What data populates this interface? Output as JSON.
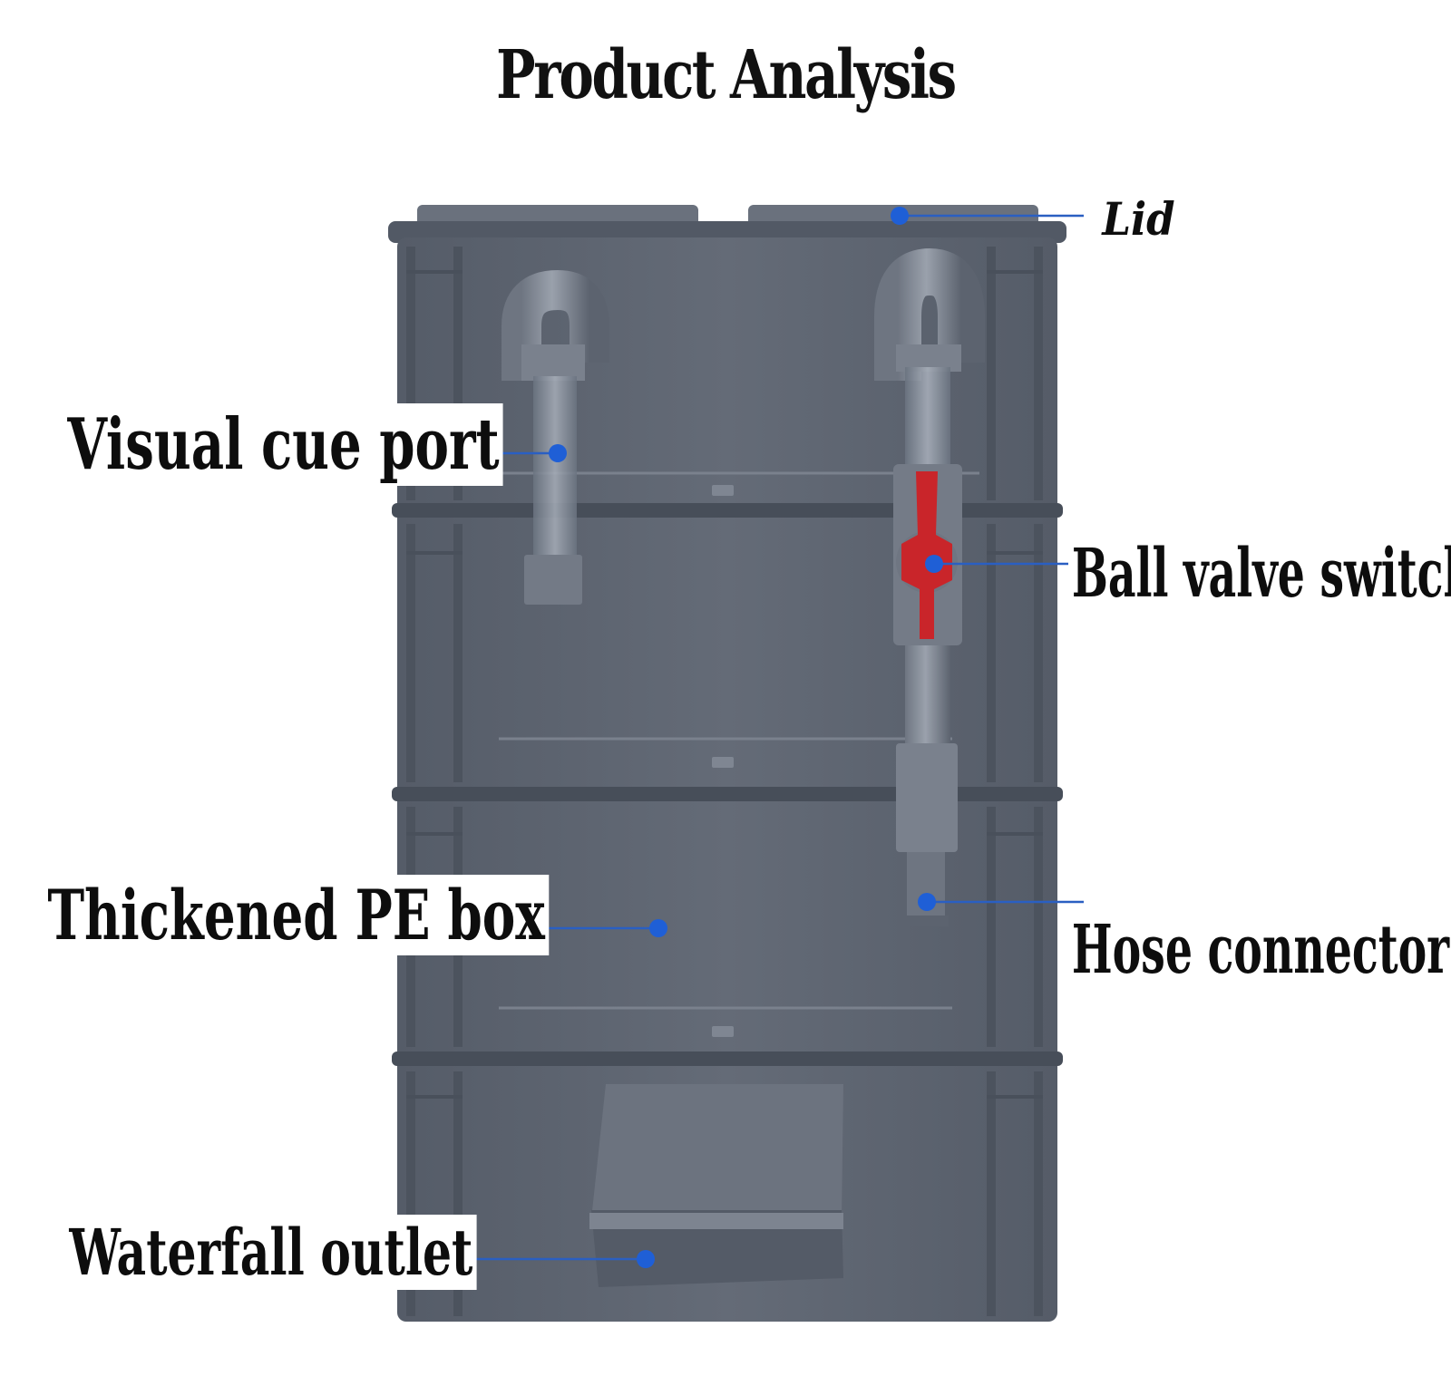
{
  "title": "Product Analysis",
  "labels": {
    "lid": "Lid",
    "visual_cue_port": "Visual cue port",
    "ball_valve_switch": "Ball valve switch",
    "thickened_pe_box": "Thickened PE box",
    "hose_connector": "Hose connector",
    "waterfall_outlet": "Waterfall outlet"
  },
  "colors": {
    "box": "#5d6470",
    "box_dark": "#464c57",
    "box_light": "#79808c",
    "valve_handle": "#c9252a",
    "marker": "#1f5fd6",
    "text": "#111111"
  }
}
